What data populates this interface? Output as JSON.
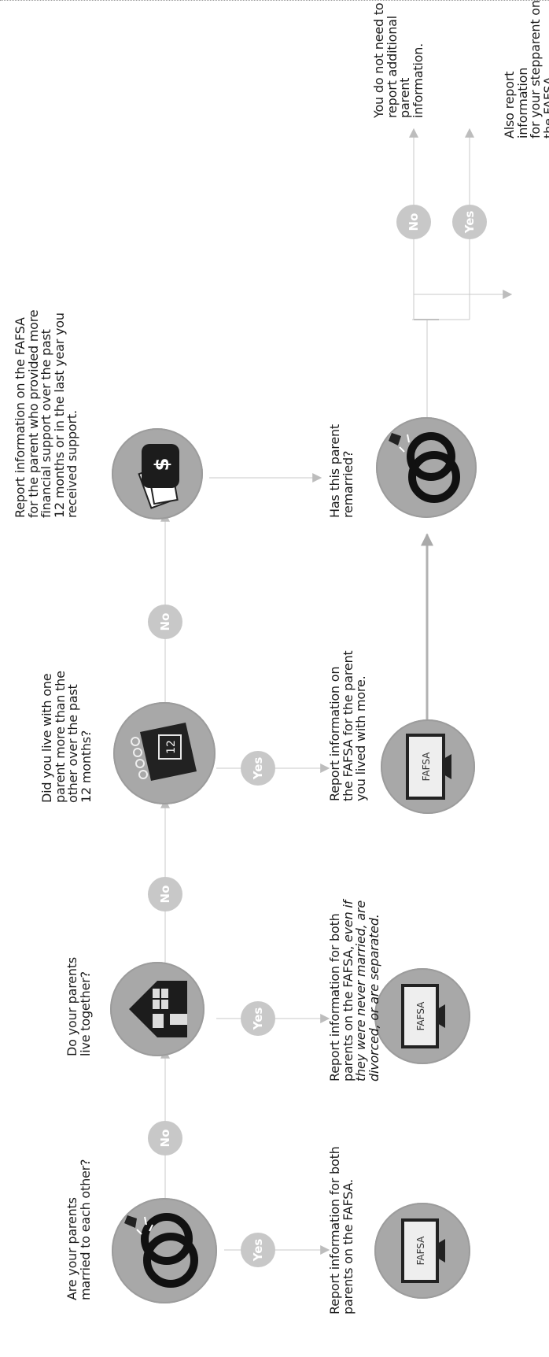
{
  "flowchart": {
    "q1": {
      "lines": [
        "Are your parents",
        "married to each other?"
      ]
    },
    "q2": {
      "lines": [
        "Do your parents",
        "live together?"
      ]
    },
    "q3": {
      "lines": [
        "Did you live with one",
        "parent more than the",
        "other over the past",
        "12 months?"
      ]
    },
    "q4": {
      "lines": [
        "Has this parent",
        "remarried?"
      ]
    },
    "r1": {
      "lines": [
        "Report information for both",
        "parents on the FAFSA."
      ]
    },
    "r2": {
      "line1": "Report information for both",
      "line2a": "parents on the FAFSA,",
      "line2b": "even if",
      "line3": "they were never married, are",
      "line4": "divorced, or are separated."
    },
    "r3": {
      "lines": [
        "Report information on",
        "the FAFSA for the parent",
        "you lived with more."
      ]
    },
    "r4": {
      "lines": [
        "Report information on the FAFSA",
        "for the parent who provided more",
        "financial support over the past",
        "12 months or in the last year you",
        "received support."
      ]
    },
    "r5": {
      "lines": [
        "You do not need to",
        "report additional",
        "parent information."
      ]
    },
    "r6": {
      "lines": [
        "Also report information",
        "for your stepparent on",
        "the FAFSA."
      ]
    },
    "answers": {
      "yes": "Yes",
      "no": "No"
    },
    "screen_label": "FAFSA",
    "calendar_label": "12",
    "icons": {
      "q1": "wedding-rings-icon",
      "q2": "house-icon",
      "q3": "calendar-icon",
      "r4": "wallet-dollar-icon",
      "q4": "wedding-rings-icon",
      "r1": "fafsa-monitor-icon",
      "r2": "fafsa-monitor-icon",
      "r3": "fafsa-monitor-icon"
    }
  }
}
